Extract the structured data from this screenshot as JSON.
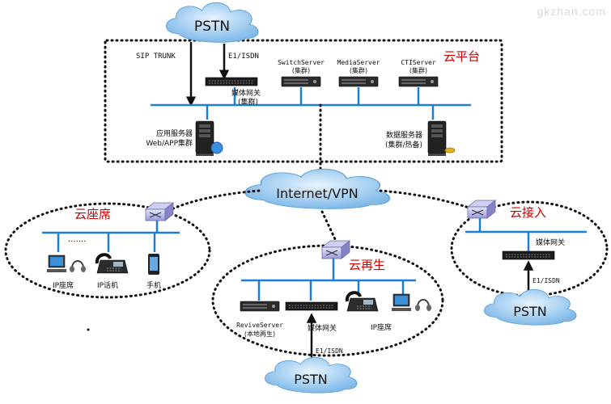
{
  "watermark": "gkzhan.com",
  "pstn_label": "PSTN",
  "internet_label": "Internet/VPN",
  "platform": {
    "title": "云平台",
    "sip_trunk": "SIP TRUNK",
    "e1_isdn": "E1/ISDN",
    "media_gateway": [
      "媒体网关",
      "(集群)"
    ],
    "switch_server": [
      "SwitchServer",
      "(集群)"
    ],
    "media_server": [
      "MediaServer",
      "(集群)"
    ],
    "cti_server": [
      "CTIServer",
      "(集群)"
    ],
    "app_server": [
      "应用服务器",
      "Web/APP集群"
    ],
    "db_server": [
      "数据服务器",
      "(集群/热备)"
    ]
  },
  "seat": {
    "title": "云座席",
    "dots": "·······",
    "ip_seat": "IP座席",
    "ip_phone": "IP话机",
    "mobile": "手机"
  },
  "regen": {
    "title": "云再生",
    "revive_server": [
      "ReviveServer",
      "(本地再生)"
    ],
    "media_gateway": "媒体网关",
    "ip_seat": "IP座席",
    "e1_isdn": "E1/ISDN"
  },
  "access": {
    "title": "云接入",
    "media_gateway": "媒体网关",
    "e1_isdn": "E1/ISDN"
  },
  "colors": {
    "accent": "#cc0000",
    "bus": "#1c7fd6",
    "cloud": "#8cc4ef"
  }
}
